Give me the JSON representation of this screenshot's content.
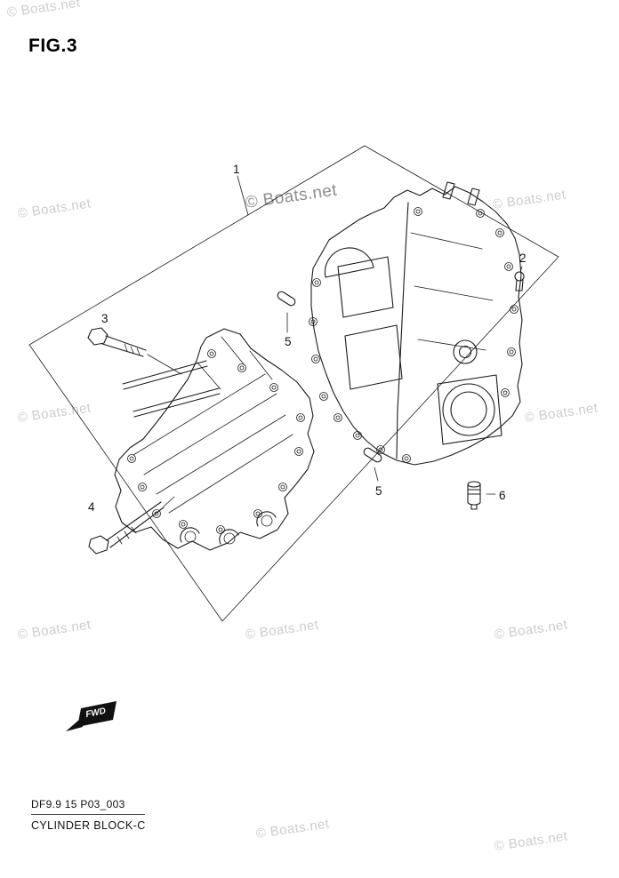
{
  "figure": {
    "label": "FIG.3"
  },
  "watermark": {
    "text": "© Boats.net"
  },
  "callouts": {
    "n1": "1",
    "n2": "2",
    "n3": "3",
    "n4": "4",
    "n5": "5",
    "n6": "6"
  },
  "flag": {
    "label": "FWD"
  },
  "footer": {
    "code": "DF9.9 15 P03_003",
    "title": "CYLINDER BLOCK-C"
  }
}
